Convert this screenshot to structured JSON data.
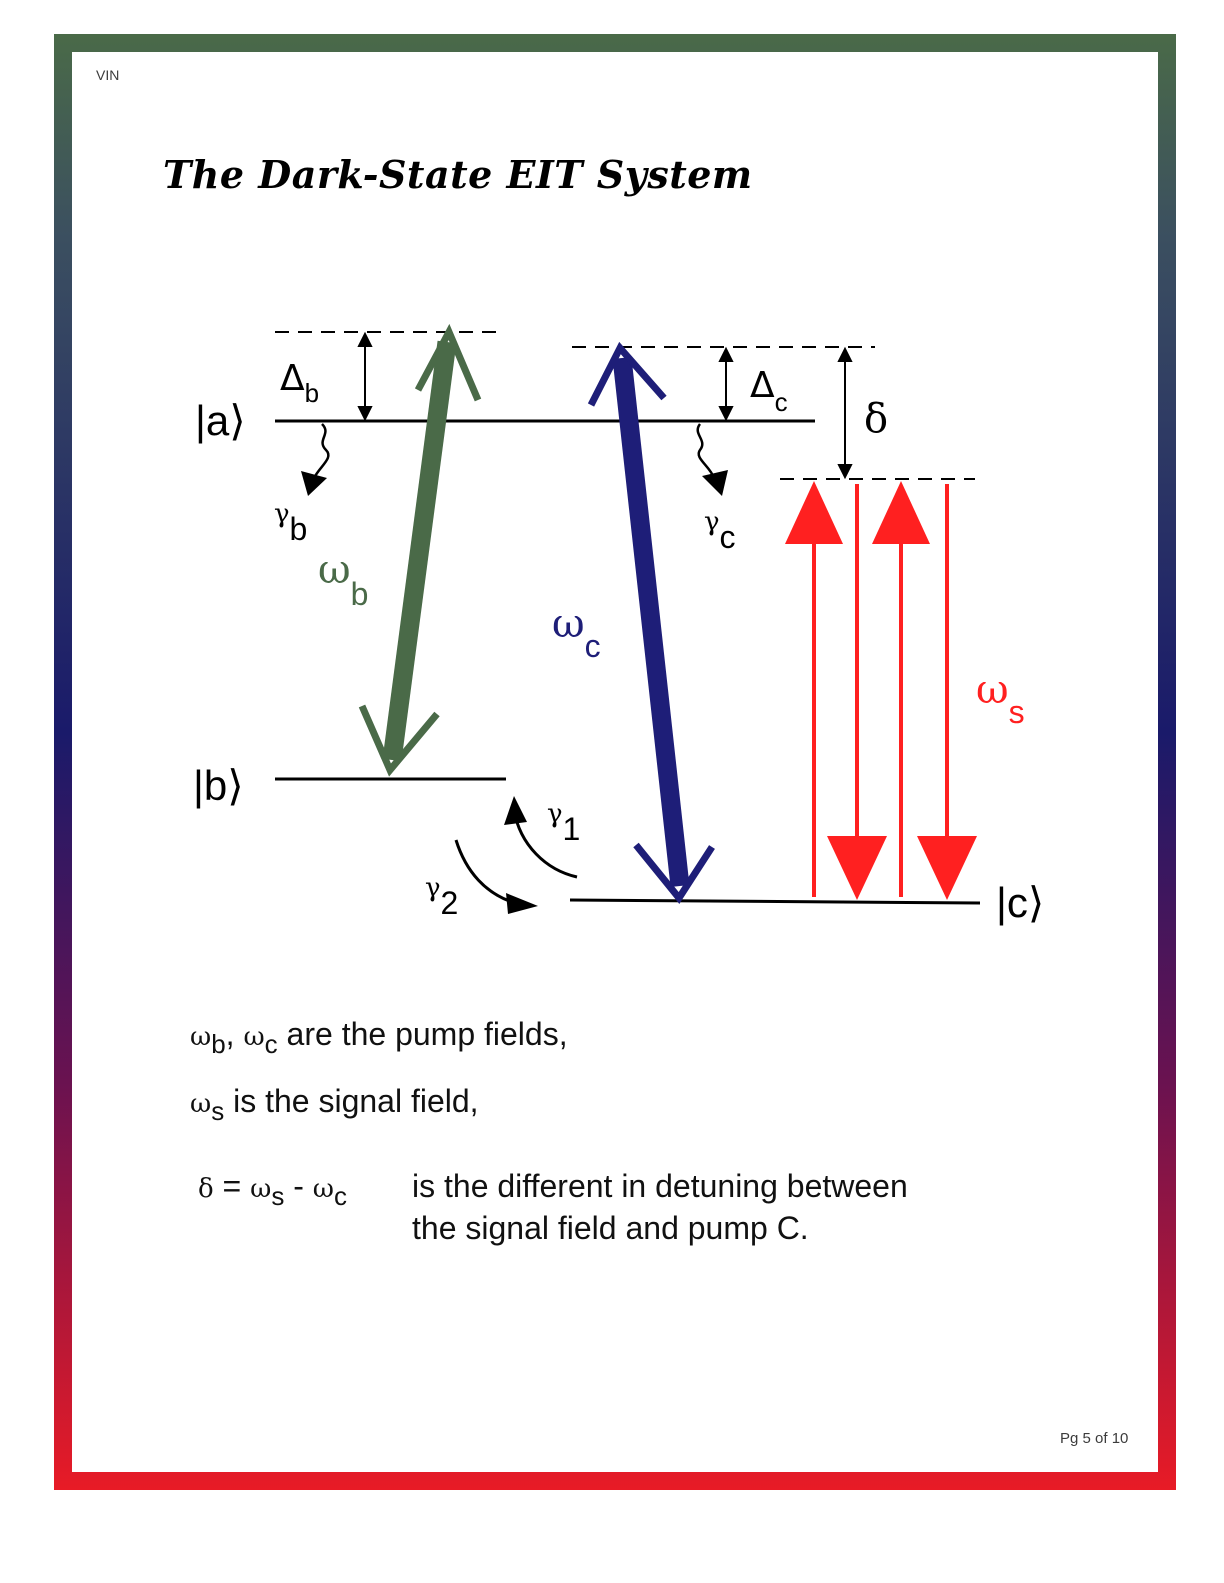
{
  "header": {
    "corner_tag": "VIN",
    "title": "The Dark-State EIT System"
  },
  "footer": {
    "page_number": "Pg 5 of 10"
  },
  "diagram": {
    "states": {
      "a": "|a⟩",
      "b": "|b⟩",
      "c": "|c⟩"
    },
    "fields": {
      "omega_b": {
        "symbol": "ω",
        "sub": "b",
        "color": "#4a6a48"
      },
      "omega_c": {
        "symbol": "ω",
        "sub": "c",
        "color": "#1e1e78"
      },
      "omega_s": {
        "symbol": "ω",
        "sub": "s",
        "color": "#ff2020"
      }
    },
    "detunings": {
      "delta_b": {
        "symbol": "Δ",
        "sub": "b"
      },
      "delta_c": {
        "symbol": "Δ",
        "sub": "c"
      },
      "delta": "δ"
    },
    "decays": {
      "gamma_b": {
        "symbol": "γ",
        "sub": "b"
      },
      "gamma_c": {
        "symbol": "γ",
        "sub": "c"
      },
      "gamma_1": {
        "symbol": "γ",
        "sub": "1"
      },
      "gamma_2": {
        "symbol": "γ",
        "sub": "2"
      }
    }
  },
  "captions": {
    "line1": {
      "w1": "ω",
      "w1_sub": "b",
      "sep": ", ",
      "w2": "ω",
      "w2_sub": "c",
      "text": " are the pump fields,"
    },
    "line2": {
      "w": "ω",
      "w_sub": "s",
      "text": " is the signal field,"
    },
    "line3": {
      "lhs_delta": "δ",
      "lhs_eq": " = ",
      "ws": "ω",
      "ws_sub": "s",
      "minus": " - ",
      "wc": "ω",
      "wc_sub": "c",
      "desc_line1": "is the different in detuning between",
      "desc_line2": "the signal field and pump C."
    }
  }
}
